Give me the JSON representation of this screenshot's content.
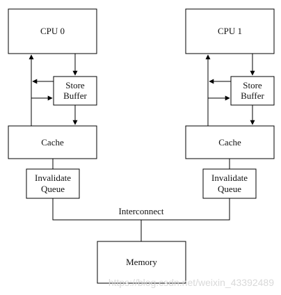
{
  "diagram": {
    "cpu0": "CPU 0",
    "cpu1": "CPU 1",
    "store_buffer_line1": "Store",
    "store_buffer_line2": "Buffer",
    "cache": "Cache",
    "invalidate_queue_line1": "Invalidate",
    "invalidate_queue_line2": "Queue",
    "interconnect": "Interconnect",
    "memory": "Memory"
  },
  "watermark": "https://blog.csdn.net/weixin_43392489",
  "colors": {
    "line": "#000000",
    "background": "#ffffff",
    "watermark": "#d9d9d9"
  }
}
